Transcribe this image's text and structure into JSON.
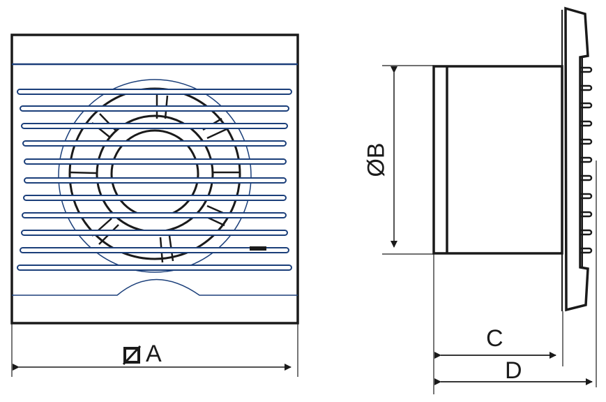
{
  "diagram": {
    "type": "technical-dimension-drawing",
    "subject": "bathroom exhaust fan",
    "views": [
      {
        "name": "front-view",
        "dimension_label": "A",
        "dimension_symbol": "square-diameter"
      },
      {
        "name": "side-view",
        "dimension_labels": [
          "ØB",
          "C",
          "D"
        ]
      }
    ]
  },
  "labels": {
    "a": "A",
    "b": "ØB",
    "c": "C",
    "d": "D"
  },
  "colors": {
    "outline": "#1a1a1a",
    "grille": "#1b3f7a",
    "background": "#ffffff"
  }
}
